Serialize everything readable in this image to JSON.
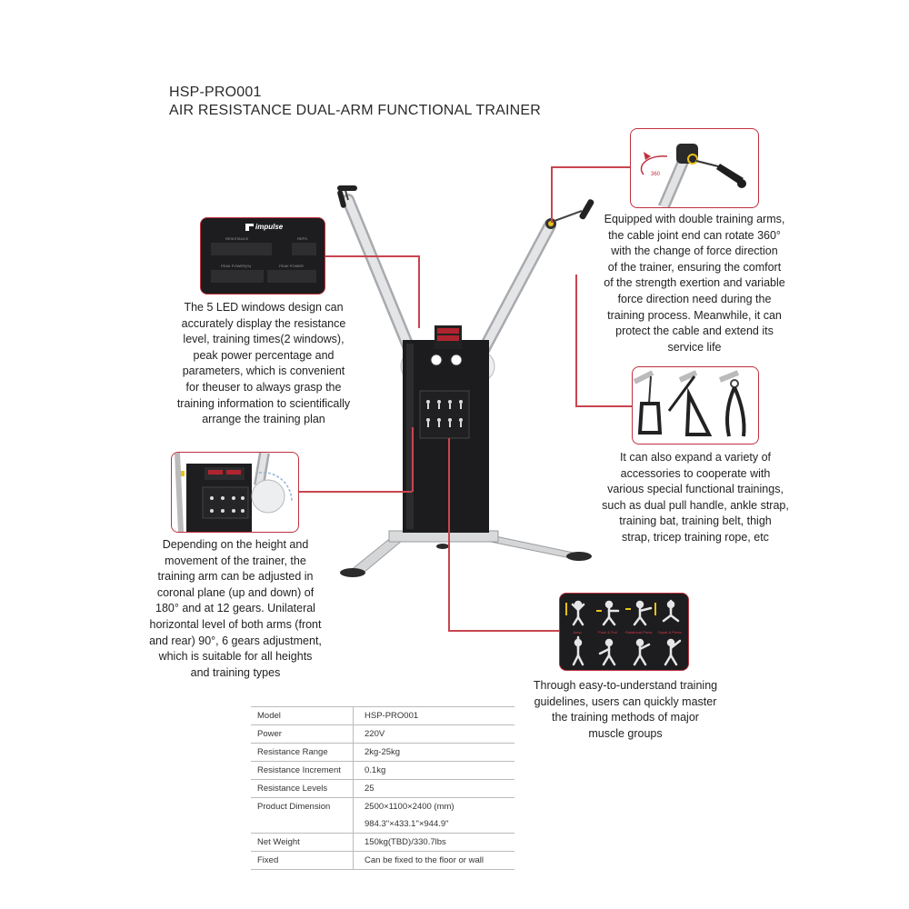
{
  "header": {
    "model_line": "HSP-PRO001",
    "product_line": "AIR RESISTANCE DUAL-ARM FUNCTIONAL TRAINER"
  },
  "led_panel": {
    "brand": "impulse",
    "label_resistance": "RESISTANCE",
    "label_reps": "REPS",
    "label_peak_percent": "PEAK POWER(%)",
    "label_peak_power": "PEAK POWER"
  },
  "rotation_badge": "360",
  "descriptions": {
    "led": [
      "The 5 LED windows design can",
      "accurately display the resistance",
      "level, training times(2 windows),",
      "peak power percentage and",
      "parameters, which is convenient",
      "for theuser to always grasp the",
      "training information to scientifically",
      "arrange the training plan"
    ],
    "arms": [
      "Equipped with double training arms,",
      "the cable joint end can rotate 360°",
      "with the change of force direction",
      "of the trainer, ensuring the comfort",
      "of the strength exertion and variable",
      "force direction need during the",
      "training process. Meanwhile, it can",
      "protect the cable and extend its",
      "service life"
    ],
    "accessories": [
      "It can also expand a variety of",
      "accessories to cooperate with",
      "various special functional trainings,",
      "such as dual pull handle, ankle strap,",
      "training bat, training belt, thigh",
      "strap, tricep training rope, etc"
    ],
    "adjust": [
      "Depending on the height and",
      "movement of the trainer, the",
      "training arm can be adjusted in",
      "coronal plane (up and down) of",
      "180° and at 12 gears. Unilateral",
      "horizontal level of both arms (front",
      "and rear) 90°, 6 gears adjustment,",
      "which is suitable for all heights",
      "and training types"
    ],
    "guide": [
      "Through easy-to-understand training",
      "guidelines, users can quickly master",
      "the training methods of major",
      "muscle groups"
    ]
  },
  "guide_panel": {
    "labels": [
      "Jump",
      "Push & Pull",
      "Rotational Press",
      "Squat & Press"
    ]
  },
  "specs": [
    {
      "label": "Model",
      "value": "HSP-PRO001"
    },
    {
      "label": "Power",
      "value": "220V"
    },
    {
      "label": "Resistance Range",
      "value": "2kg-25kg"
    },
    {
      "label": "Resistance Increment",
      "value": "0.1kg"
    },
    {
      "label": "Resistance Levels",
      "value": "25"
    },
    {
      "label": "Product Dimension",
      "value": "2500×1100×2400 (mm)",
      "value2": "984.3\"×433.1\"×944.9\""
    },
    {
      "label": "Net Weight",
      "value": "150kg(TBD)/330.7lbs"
    },
    {
      "label": "Fixed",
      "value": "Can be fixed to the floor or wall"
    }
  ]
}
